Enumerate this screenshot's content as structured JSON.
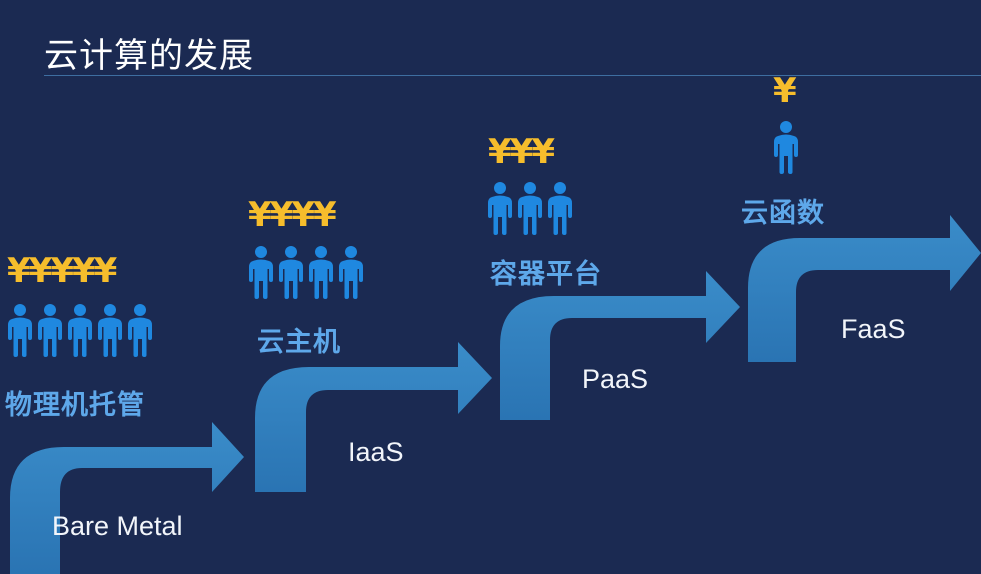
{
  "title": "云计算的发展",
  "colors": {
    "background": "#1b2a52",
    "arrow": "#2f80c2",
    "person": "#1f88e0",
    "yen": "#f6bd2c",
    "model_label": "#5ea8ea"
  },
  "stages": [
    {
      "stage": "Bare Metal",
      "label": "物理机托管",
      "yen": "¥¥¥¥¥",
      "people": 5
    },
    {
      "stage": "IaaS",
      "label": "云主机",
      "yen": "¥¥¥¥",
      "people": 4
    },
    {
      "stage": "PaaS",
      "label": "容器平台",
      "yen": "¥¥¥",
      "people": 3
    },
    {
      "stage": "FaaS",
      "label": "云函数",
      "yen": "¥",
      "people": 1
    }
  ]
}
